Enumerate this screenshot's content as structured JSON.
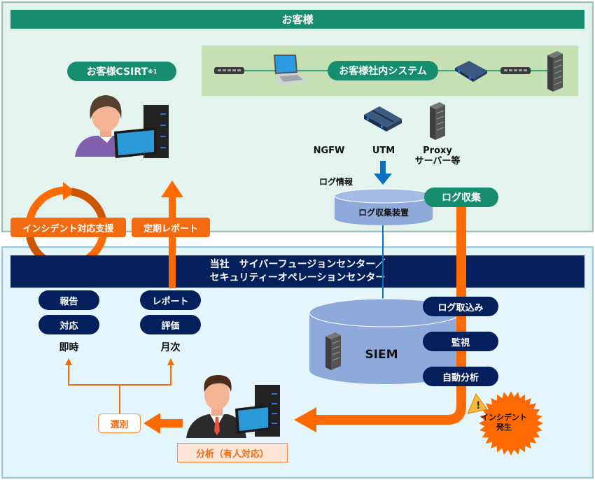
{
  "customer": {
    "banner": "お客様",
    "csirt_label": "お客様CSIRT",
    "csirt_note": "※1",
    "internal_system_label": "お客様社内システム",
    "devices": {
      "ngfw": "NGFW",
      "utm": "UTM",
      "proxy_line1": "Proxy",
      "proxy_line2": "サーバー等"
    },
    "log_info_label": "ログ情報",
    "log_collector_label": "ログ収集装置",
    "log_collection_label": "ログ収集",
    "incident_support_label": "インシデント対応支援",
    "periodic_report_label": "定期レポート"
  },
  "soc": {
    "banner_line1": "当社　サイバーフュージョンセンター／",
    "banner_line2": "セキュリティーオペレーションセンター",
    "immediate": {
      "items": [
        "報告",
        "対応"
      ],
      "caption": "即時"
    },
    "monthly": {
      "items": [
        "レポート",
        "評価"
      ],
      "caption": "月次"
    },
    "siem_label": "SIEM",
    "siem_steps": [
      "ログ取込み",
      "監視",
      "自動分析"
    ],
    "incident_burst_line1": "インシデント",
    "incident_burst_line2": "発生",
    "triage_label": "選別",
    "analysis_label": "分析（有人対応）"
  },
  "colors": {
    "customer_green": "#168d6e",
    "soc_navy": "#03205c",
    "accent_orange": "#f26a0f",
    "log_blue": "#0b6fc2",
    "cylinder_blue": "#8eaadb"
  }
}
